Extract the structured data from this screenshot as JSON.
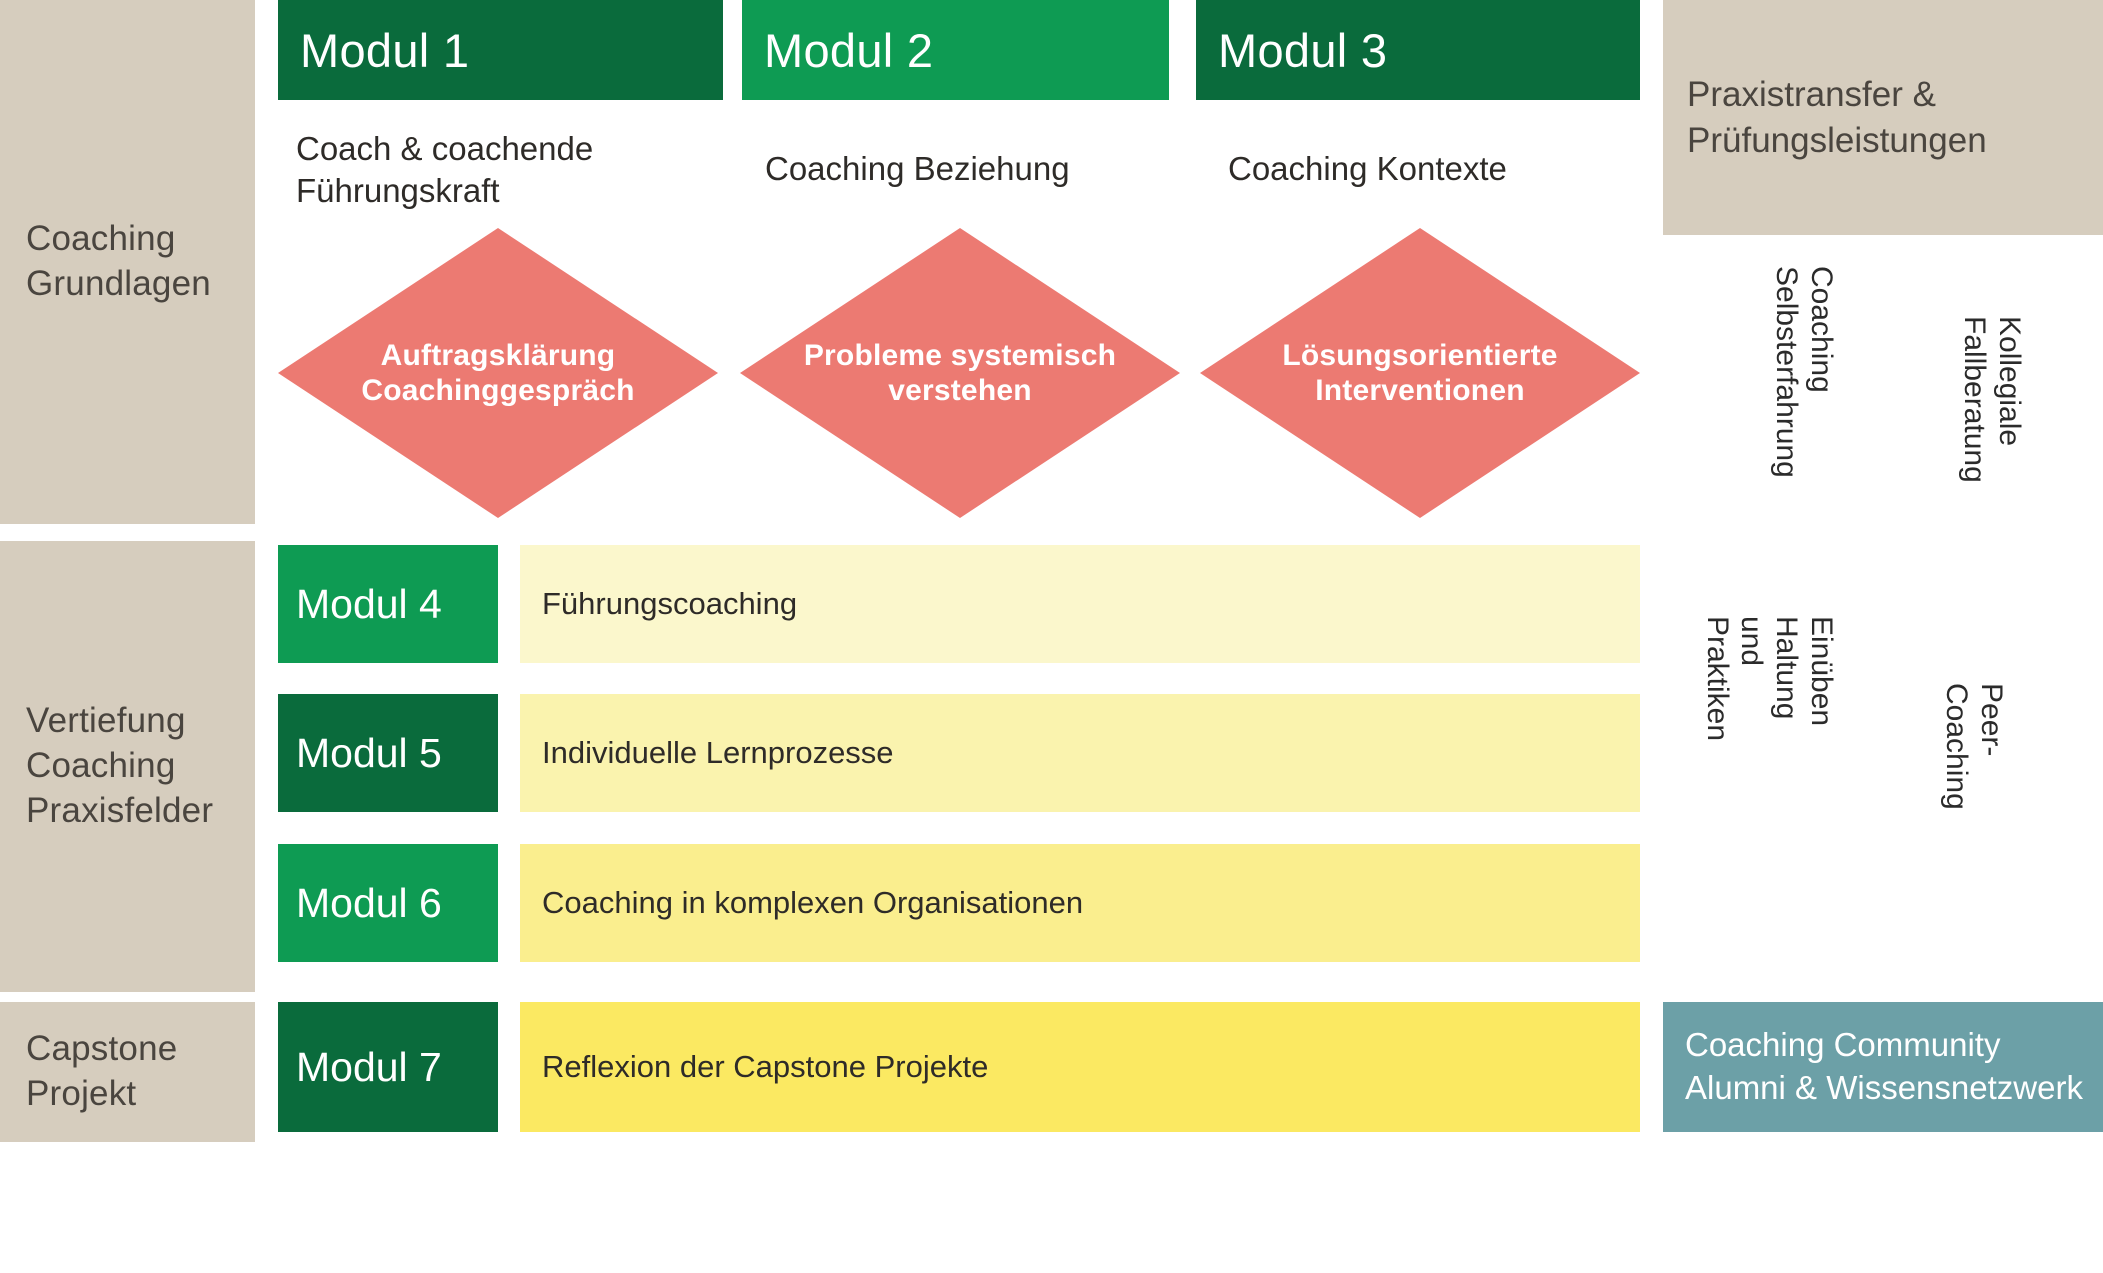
{
  "diagram": {
    "title_absent": true,
    "categories": [
      {
        "id": "grundlagen",
        "label": "Coaching\nGrundlagen"
      },
      {
        "id": "vertiefung",
        "label": "Vertiefung\nCoaching\nPraxisfelder"
      },
      {
        "id": "capstone",
        "label": "Capstone\nProjekt"
      }
    ],
    "top_modules": [
      {
        "chip": "Modul 1",
        "subtitle": "Coach & coachende\nFührungskraft",
        "diamond": "Auftragsklärung\nCoachinggespräch",
        "chip_color": "#0A6B3C"
      },
      {
        "chip": "Modul 2",
        "subtitle": "Coaching Beziehung",
        "diamond": "Probleme systemisch\nverstehen",
        "chip_color": "#0E9B53"
      },
      {
        "chip": "Modul 3",
        "subtitle": "Coaching Kontexte",
        "diamond": "Lösungsorientierte\nInterventionen",
        "chip_color": "#0A6B3C"
      }
    ],
    "bottom_modules": [
      {
        "chip": "Modul 4",
        "topic": "Führungscoaching",
        "chip_color": "#0E9B53",
        "bar_color": "#FBF7CC"
      },
      {
        "chip": "Modul 5",
        "topic": "Individuelle Lernprozesse",
        "chip_color": "#0A6B3C",
        "bar_color": "#FAF3AE"
      },
      {
        "chip": "Modul 6",
        "topic": "Coaching in komplexen Organisationen",
        "chip_color": "#0E9B53",
        "bar_color": "#FAEE8E"
      },
      {
        "chip": "Modul 7",
        "topic": "Reflexion der Capstone Projekte",
        "chip_color": "#0A6B3C",
        "bar_color": "#FBE962"
      }
    ],
    "right_panel": {
      "header": "Praxistransfer &\nPrüfungsleistungen",
      "arrows": [
        {
          "label": "Coaching\nSelbsterfahrung"
        },
        {
          "label": "Kollegiale\nFallberatung"
        },
        {
          "label": "Einüben Haltung\nund Praktiken"
        },
        {
          "label": "Peer-Coaching"
        }
      ],
      "community": "Coaching Community\nAlumni & Wissensnetzwerk"
    },
    "colors": {
      "beige": "#D6CDBE",
      "green_dark": "#0A6B3C",
      "green_mid": "#0E9B53",
      "diamond_red": "#EC7A72",
      "arrow_blue": "#A8C4CA",
      "community_teal": "#6CA0A7",
      "background": "#FFFFFF"
    }
  }
}
